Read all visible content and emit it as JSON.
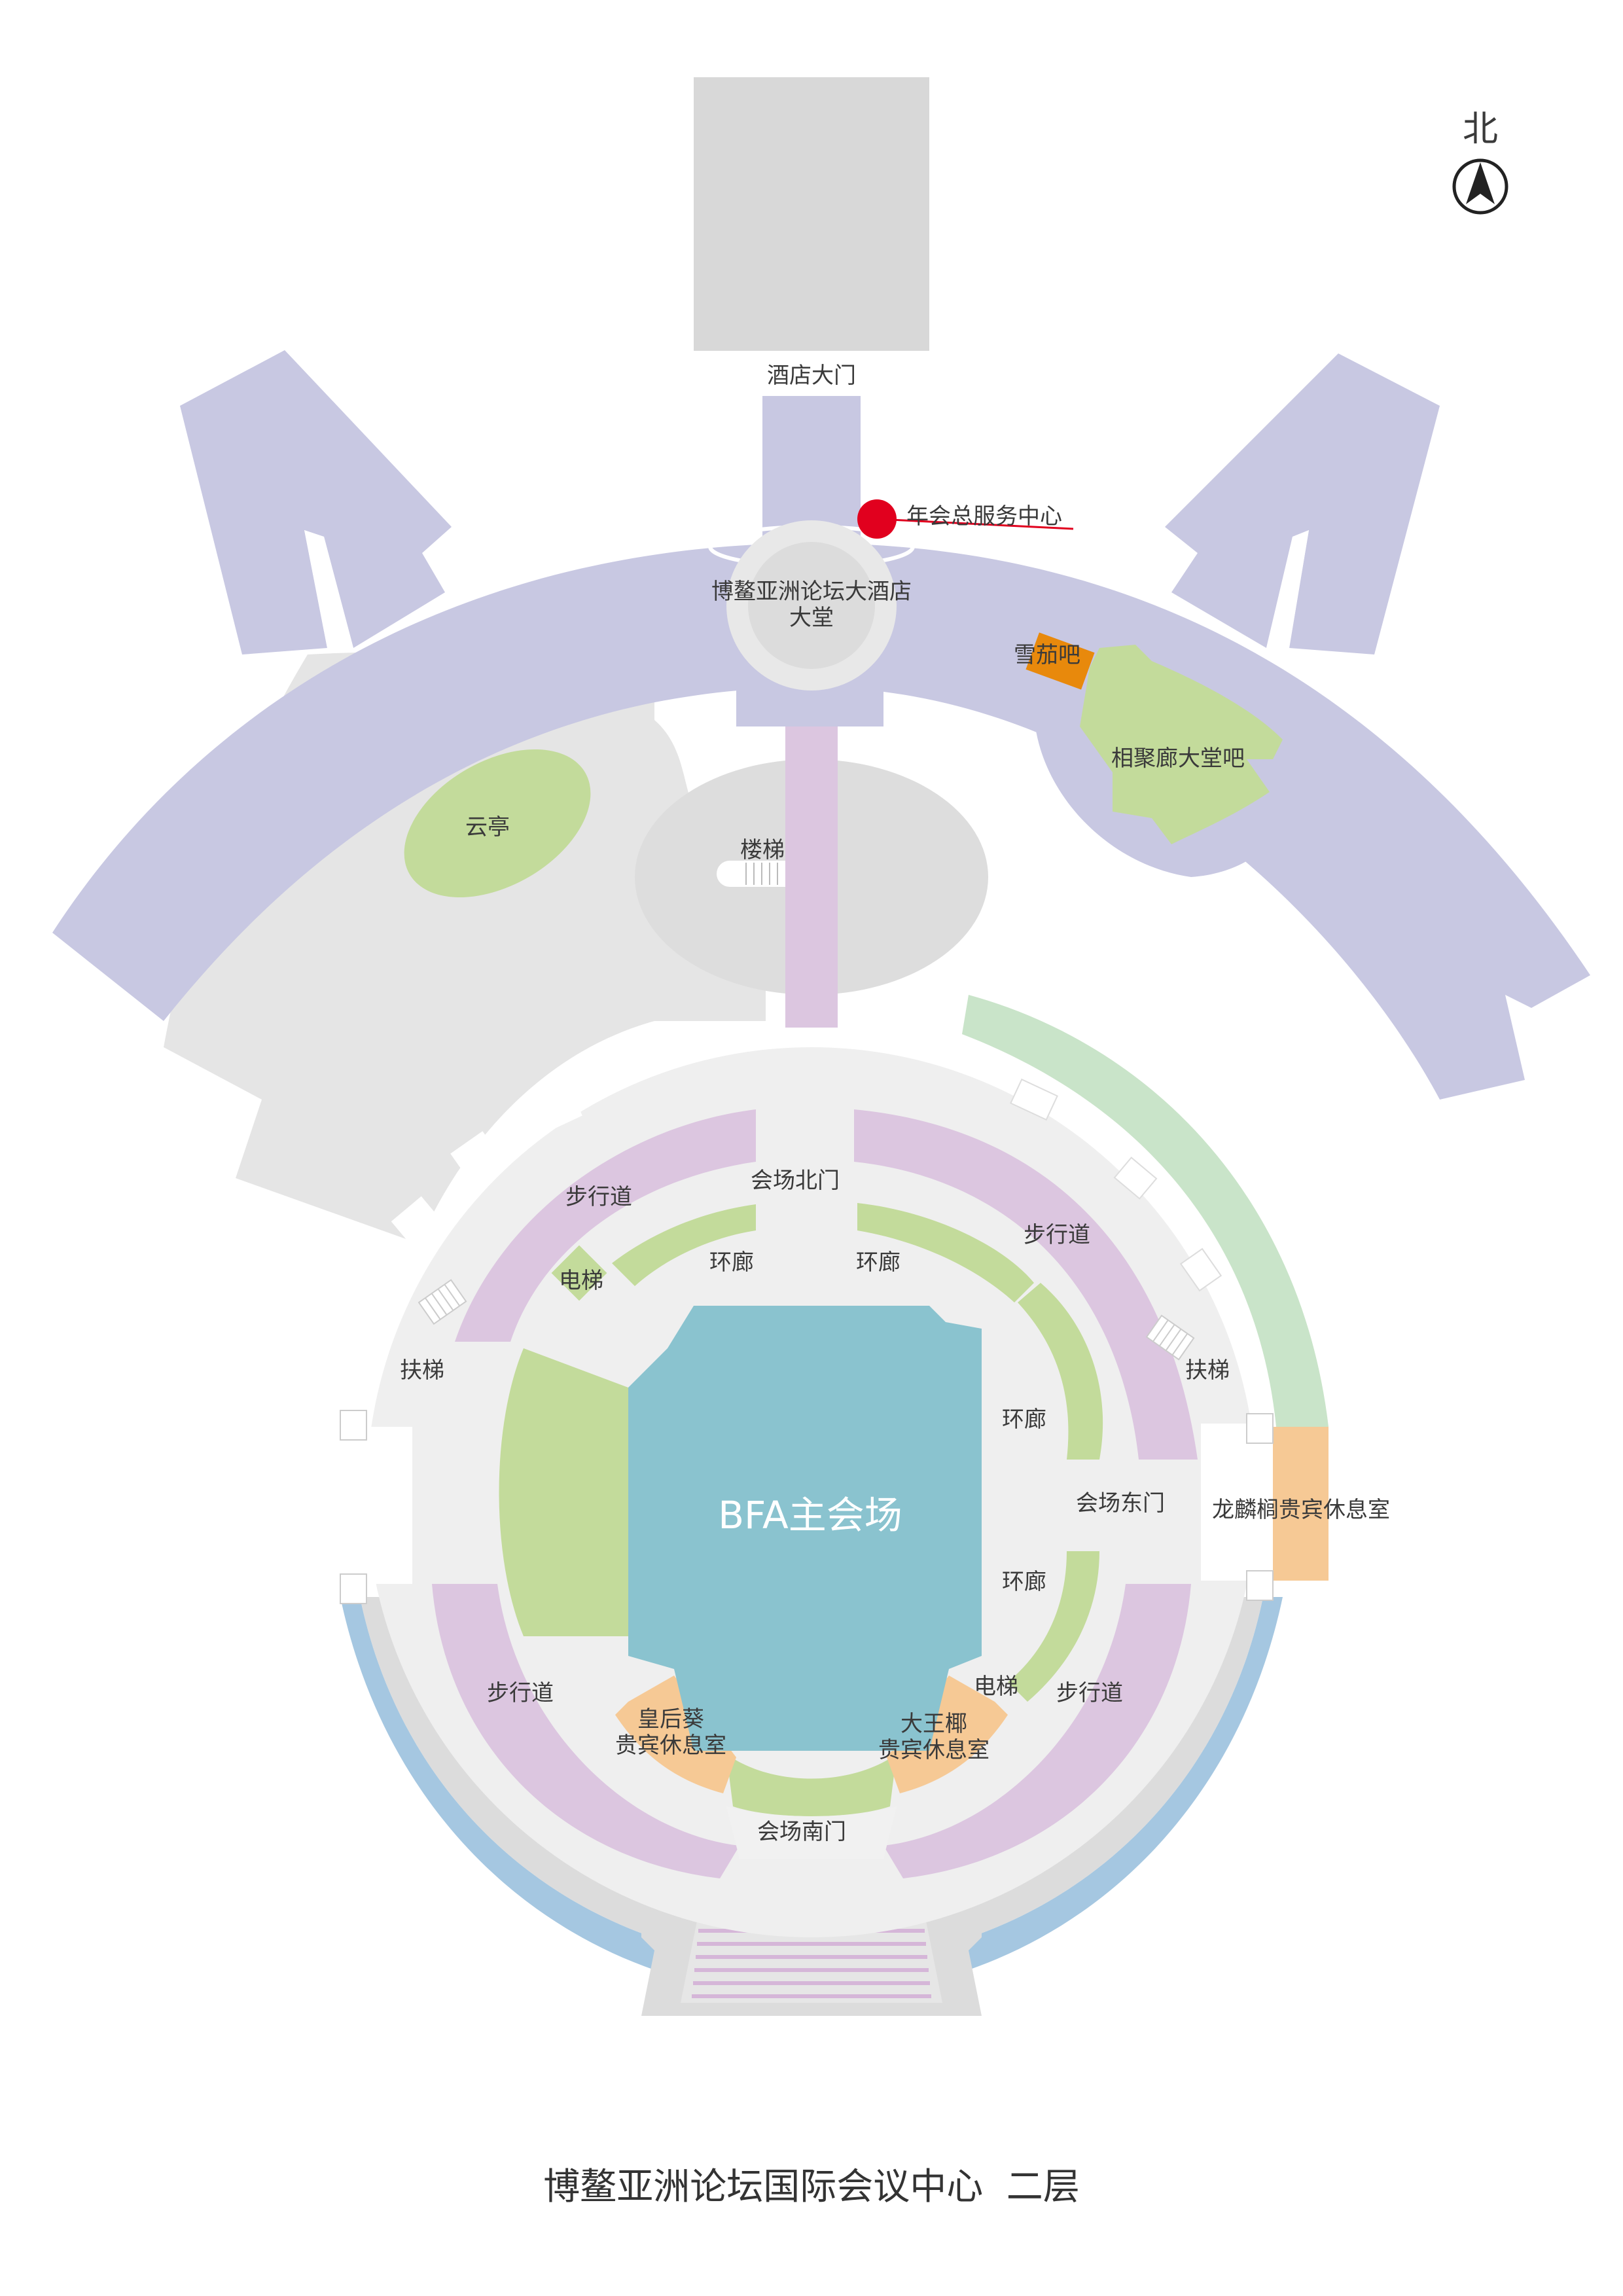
{
  "map": {
    "title": "博鳌亚洲论坛国际会议中心  二层",
    "north_label": "北",
    "icons": {
      "compass": "north-arrow-icon",
      "service_marker": "red-dot-marker",
      "stairs": "stairs-icon",
      "escalator": "escalator-icon"
    },
    "colors": {
      "corridor": "#c8c8e2",
      "plaza": "#e5e5e5",
      "floor": "#efefef",
      "green": "#c3db9b",
      "light_green": "#c9e4c9",
      "lilac": "#dcc6e0",
      "teal": "#8ac3cf",
      "peach": "#f6c995",
      "orange": "#e8890c",
      "blue": "#a5c7e1",
      "marker": "#e1001e"
    },
    "labels": {
      "hotel_gate": "酒店大门",
      "service_center": "年会总服务中心",
      "hotel_lobby_line1": "博鳌亚洲论坛大酒店",
      "hotel_lobby_line2": "大堂",
      "cigar_bar": "雪茄吧",
      "lobby_bar": "相聚廊大堂吧",
      "cloud_pavilion": "云亭",
      "stairs": "楼梯",
      "north_gate": "会场北门",
      "walkway_nw": "步行道",
      "walkway_ne": "步行道",
      "walkway_sw": "步行道",
      "walkway_se": "步行道",
      "elevator_nw": "电梯",
      "elevator_se": "电梯",
      "corridor_nw": "环廊",
      "corridor_ne": "环廊",
      "corridor_e1": "环廊",
      "corridor_e2": "环廊",
      "escalator_w": "扶梯",
      "escalator_e": "扶梯",
      "main_hall": "BFA主会场",
      "east_gate": "会场东门",
      "longlin_vip": "龙麟榈贵宾休息室",
      "queen_palm_line1": "皇后葵",
      "queen_palm_line2": "贵宾休息室",
      "king_palm_line1": "大王椰",
      "king_palm_line2": "贵宾休息室",
      "south_gate": "会场南门"
    }
  }
}
